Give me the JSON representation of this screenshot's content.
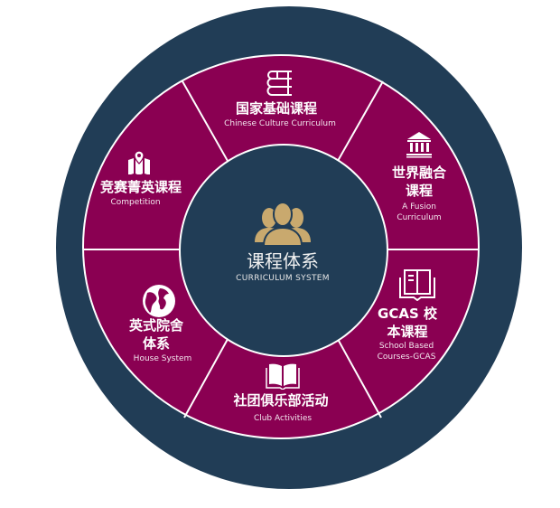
{
  "colors": {
    "outer_ring": "#213d56",
    "segments": "#8a0052",
    "center": "#213d56",
    "accent_gold": "#c9a96e",
    "divider": "#ffffff"
  },
  "center": {
    "title": "课程体系",
    "subtitle": "CURRICULUM SYSTEM",
    "icon": "people-group-icon"
  },
  "segments": [
    {
      "title": "国家基础课程",
      "subtitle": "Chinese Culture Curriculum",
      "icon": "books-stack-icon"
    },
    {
      "title_lines": [
        "世界融合",
        "课程"
      ],
      "subtitle_lines": [
        "A Fusion",
        "Curriculum"
      ],
      "icon": "museum-building-icon"
    },
    {
      "title_lines": [
        "GCAS 校",
        "本课程"
      ],
      "subtitle_lines": [
        "School Based",
        "Courses-GCAS"
      ],
      "icon": "open-book-list-icon"
    },
    {
      "title": "社团俱乐部活动",
      "subtitle": "Club Activities",
      "icon": "open-book-icon"
    },
    {
      "title_lines": [
        "英式院舍",
        "体系"
      ],
      "subtitle": "House System",
      "icon": "globe-icon"
    },
    {
      "title": "竞赛菁英课程",
      "subtitle": "Competition",
      "icon": "map-pin-icon"
    }
  ]
}
